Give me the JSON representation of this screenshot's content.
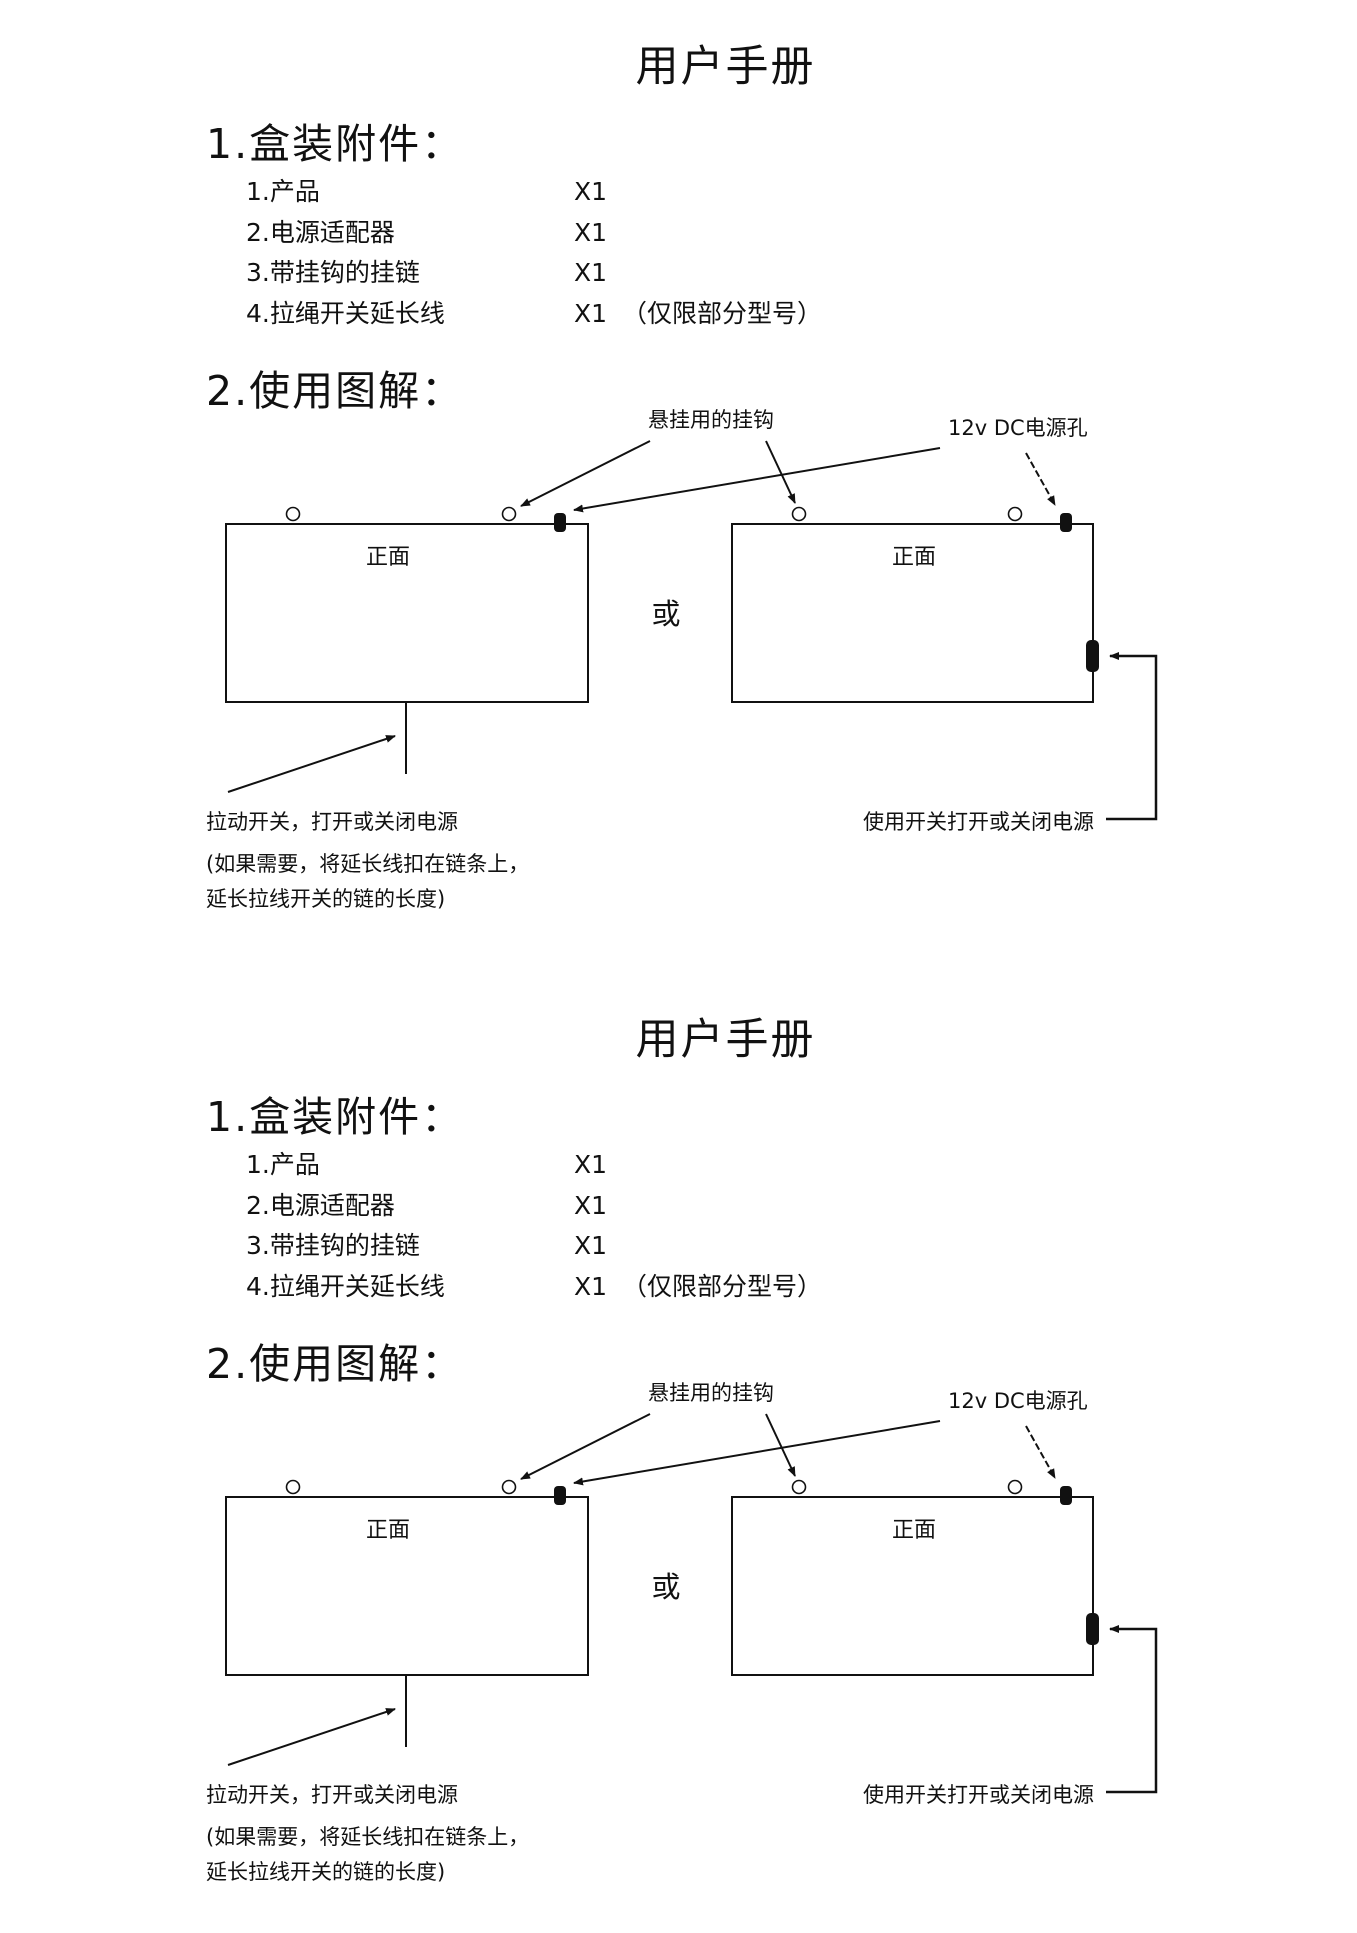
{
  "sections": [
    {
      "title": "用户手册",
      "contents": {
        "heading": "1.盒装附件：",
        "items": [
          {
            "name": "1.产品",
            "qty": "X1",
            "note": ""
          },
          {
            "name": "2.电源适配器",
            "qty": "X1",
            "note": ""
          },
          {
            "name": "3.带挂钩的挂链",
            "qty": "X1",
            "note": ""
          },
          {
            "name": "4.拉绳开关延长线",
            "qty": "X1",
            "note": "（仅限部分型号）"
          }
        ]
      },
      "usage": {
        "heading": "2.使用图解：",
        "label_hook": "悬挂用的挂钩",
        "label_dc": "12v DC电源孔",
        "panel_front_left": "正面",
        "panel_front_right": "正面",
        "or_text": "或",
        "pull_switch_line1": "拉动开关，打开或关闭电源",
        "pull_switch_line2": "(如果需要，将延长线扣在链条上，",
        "pull_switch_line3": "延长拉线开关的链的长度)",
        "switch_label": "使用开关打开或关闭电源"
      }
    },
    {
      "title": "用户手册",
      "contents": {
        "heading": "1.盒装附件：",
        "items": [
          {
            "name": "1.产品",
            "qty": "X1",
            "note": ""
          },
          {
            "name": "2.电源适配器",
            "qty": "X1",
            "note": ""
          },
          {
            "name": "3.带挂钩的挂链",
            "qty": "X1",
            "note": ""
          },
          {
            "name": "4.拉绳开关延长线",
            "qty": "X1",
            "note": "（仅限部分型号）"
          }
        ]
      },
      "usage": {
        "heading": "2.使用图解：",
        "label_hook": "悬挂用的挂钩",
        "label_dc": "12v DC电源孔",
        "panel_front_left": "正面",
        "panel_front_right": "正面",
        "or_text": "或",
        "pull_switch_line1": "拉动开关，打开或关闭电源",
        "pull_switch_line2": "(如果需要，将延长线扣在链条上，",
        "pull_switch_line3": "延长拉线开关的链的长度)",
        "switch_label": "使用开关打开或关闭电源"
      }
    }
  ]
}
